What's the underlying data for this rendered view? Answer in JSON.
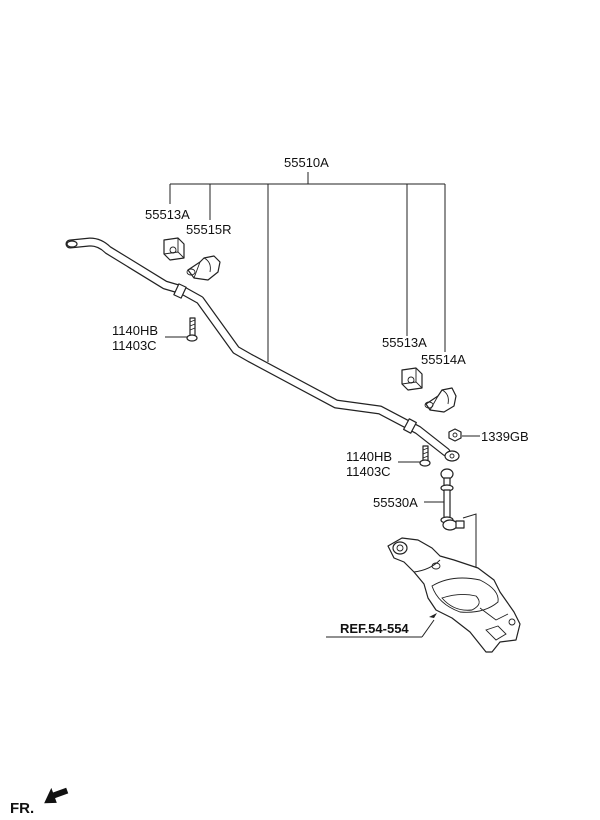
{
  "labels": {
    "assembly": "55510A",
    "bushing_left": "55513A",
    "bracket_left": "55515R",
    "bolt_left_a": "1140HB",
    "bolt_left_b": "11403C",
    "bushing_right": "55513A",
    "bracket_right": "55514A",
    "nut": "1339GB",
    "bolt_link_a": "1140HB",
    "bolt_link_b": "11403C",
    "link": "55530A",
    "reference": "REF.54-554",
    "front_marker": "FR."
  },
  "icons": {
    "front_arrow": "arrow-left-icon"
  }
}
